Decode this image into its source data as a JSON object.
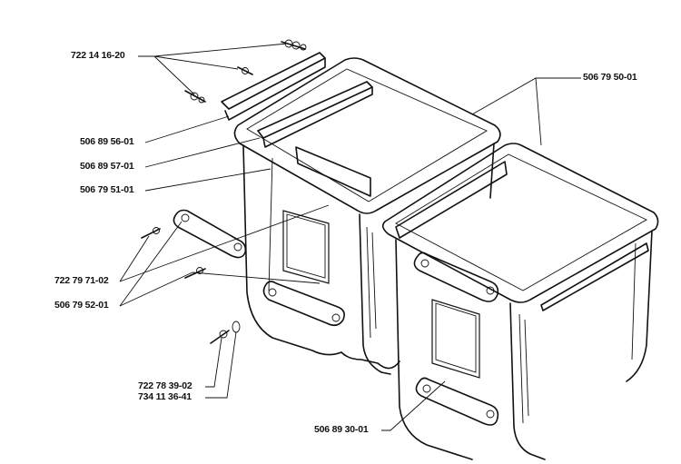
{
  "diagram": {
    "labels": {
      "bolts_top": "722 14 16-20",
      "container_set": "506 79 50-01",
      "rail_rear": "506 89 56-01",
      "rail_front": "506 89 57-01",
      "container_left": "506 79 51-01",
      "handle_screw": "722 79 71-02",
      "handle": "506 79 52-01",
      "nut": "722 78 39-02",
      "washer": "734 11 36-41",
      "plate": "506 89 30-01"
    }
  }
}
